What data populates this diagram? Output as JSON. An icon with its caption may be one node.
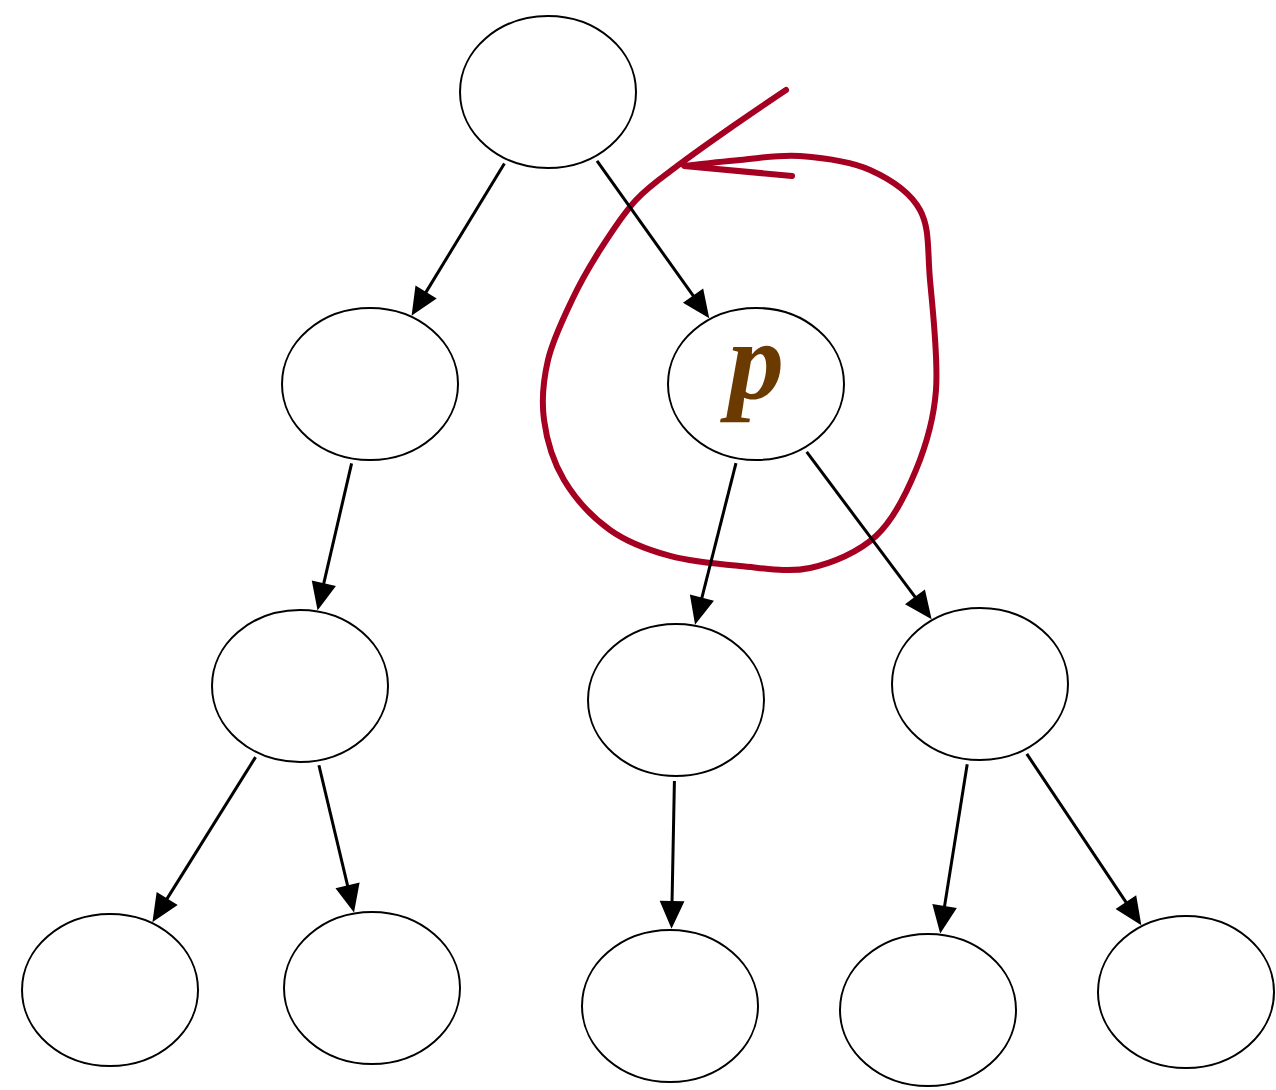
{
  "diagram": {
    "nodes": [
      {
        "text": [],
        "shape": "circle"
      },
      {
        "text": [],
        "shape": "circle"
      },
      {
        "text": [
          "p"
        ]
      },
      {
        "text": [],
        "shape": "circle"
      },
      {
        "text": [],
        "shape": "circle"
      },
      {
        "text": [],
        "shape": "circle"
      },
      {
        "text": [],
        "shape": "circle"
      },
      {
        "text": [],
        "shape": "circle"
      },
      {
        "text": [],
        "shape": "circle"
      },
      {
        "text": [],
        "shape": "circle"
      },
      {
        "text": [],
        "shape": "circle"
      }
    ],
    "edges": [
      {
        "from": 0,
        "to": 1,
        "arrow": "to"
      },
      {
        "from": 0,
        "to": 2,
        "arrow": "to"
      },
      {
        "from": 1,
        "to": 3,
        "arrow": "to"
      },
      {
        "from": 2,
        "to": 4,
        "arrow": "to"
      },
      {
        "from": 2,
        "to": 5,
        "arrow": "to"
      },
      {
        "from": 3,
        "to": 6,
        "arrow": "to"
      },
      {
        "from": 3,
        "to": 7,
        "arrow": "to"
      },
      {
        "from": 4,
        "to": 8,
        "arrow": "to"
      },
      {
        "from": 5,
        "to": 9,
        "arrow": "to"
      },
      {
        "from": 5,
        "to": 10,
        "arrow": "to"
      }
    ]
  }
}
